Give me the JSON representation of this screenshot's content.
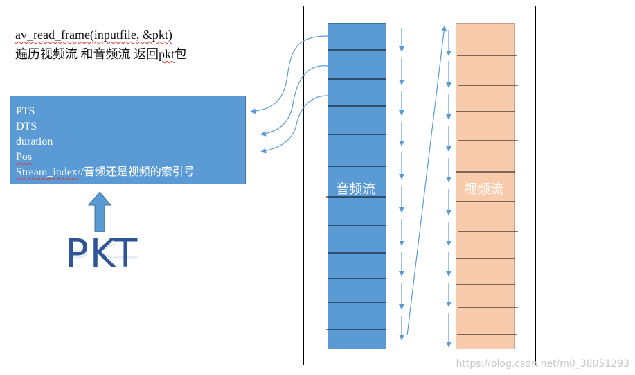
{
  "header": {
    "line1": "av_read_frame(inputfile, &pkt)",
    "line2_prefix": "遍历视频流 和音频流 返回",
    "line2_pkt": "pkt",
    "line2_suffix": "包"
  },
  "pkt_box": {
    "fields": [
      "PTS",
      "DTS",
      "duration",
      "Pos"
    ],
    "stream_index_name": "Stream_index",
    "stream_index_comment": "//音频还是视频的索引号"
  },
  "pkt_label": "PKT",
  "audio_stream": {
    "label": "音频流",
    "color": "#5b9bd5"
  },
  "video_stream": {
    "label": "视频流",
    "color": "#f8cbad"
  },
  "arrow_color": "#5b9bd5",
  "watermark": "https://blog.csdn.net/m0_38051293"
}
